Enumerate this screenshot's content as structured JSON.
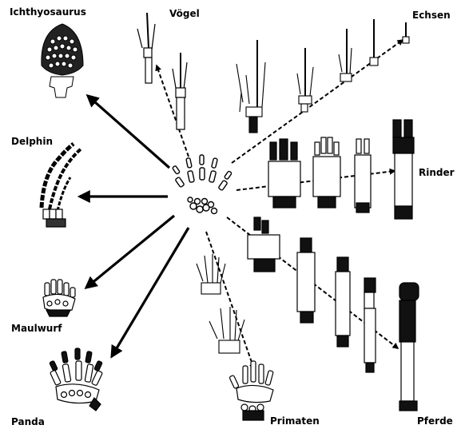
{
  "labels": {
    "ichthyosaurus": "Ichthyosaurus",
    "voegel": "Vögel",
    "echsen": "Echsen",
    "delphin": "Delphin",
    "rinder": "Rinder",
    "maulwurf": "Maulwurf",
    "panda": "Panda",
    "primaten": "Primaten",
    "pferde": "Pferde"
  },
  "colors": {
    "ink": "#000000",
    "bone": "#ffffff",
    "dark_bone": "#1a1a1a"
  }
}
